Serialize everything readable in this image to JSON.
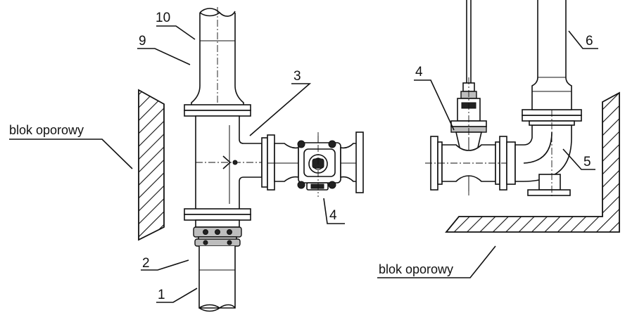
{
  "callouts": {
    "c1": "1",
    "c2": "2",
    "c3": "3",
    "c4_left": "4",
    "c4_right": "4",
    "c5": "5",
    "c6": "6",
    "c9": "9",
    "c10": "10"
  },
  "captions": {
    "thrust_block_left": "blok oporowy",
    "thrust_block_right": "blok oporowy"
  },
  "colors": {
    "line": "#111111",
    "background": "#ffffff"
  }
}
